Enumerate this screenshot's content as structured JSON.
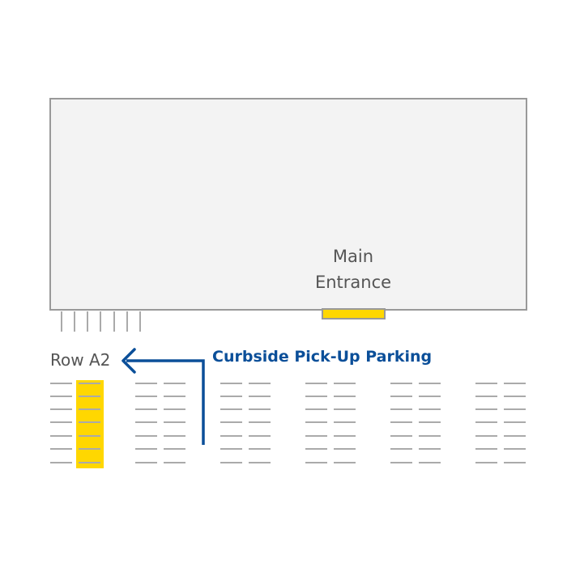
{
  "building": {
    "entrance_label_line1": "Main",
    "entrance_label_line2": "Entrance"
  },
  "row_label": "Row A2",
  "callout": "Curbside Pick-Up Parking",
  "colors": {
    "building_fill": "#f3f3f3",
    "building_stroke": "#999999",
    "highlight": "#ffd700",
    "accent": "#0b4f99",
    "parking_lines": "#aaaaaa"
  },
  "icons": {
    "arrow": "left-arrow-icon"
  }
}
